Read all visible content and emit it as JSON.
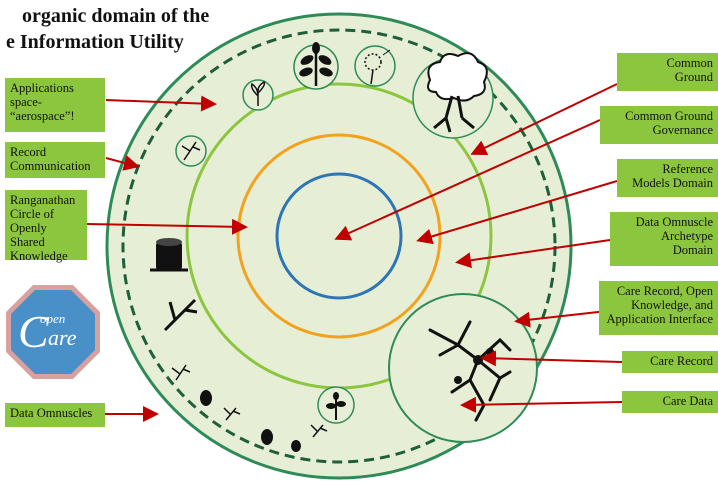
{
  "title": {
    "line1": "organic domain of the",
    "line2": "e Information Utility"
  },
  "labels_left": [
    {
      "id": "applications",
      "lines": [
        "Applications",
        "space-",
        "“aerospace”!"
      ]
    },
    {
      "id": "record-communication",
      "lines": [
        "Record",
        "Communication"
      ]
    },
    {
      "id": "ranganathan",
      "lines": [
        "Ranganathan",
        "Circle of",
        "Openly Shared",
        "Knowledge"
      ]
    },
    {
      "id": "data-omnuscles",
      "lines": [
        "Data Omnuscles"
      ]
    }
  ],
  "labels_right": [
    {
      "id": "common-ground",
      "lines": [
        "Common",
        "Ground"
      ]
    },
    {
      "id": "common-ground-governance",
      "lines": [
        "Common Ground",
        "Governance"
      ]
    },
    {
      "id": "reference-models",
      "lines": [
        "Reference",
        "Models Domain"
      ]
    },
    {
      "id": "data-omnuscle-archetype",
      "lines": [
        "Data Omnuscle",
        "Archetype",
        "Domain"
      ]
    },
    {
      "id": "care-record-interface",
      "lines": [
        "Care Record, Open",
        "Knowledge, and",
        "Application Interface"
      ]
    },
    {
      "id": "care-record",
      "lines": [
        "Care Record"
      ]
    },
    {
      "id": "care-data",
      "lines": [
        "Care Data"
      ]
    }
  ],
  "logo": {
    "word1": "open",
    "word2": "are",
    "initial": "C"
  },
  "colors": {
    "label_bg": "#8cc63f",
    "disc_fill": "#e6efd6",
    "outer_ring": "#2e8b57",
    "dashed_ring": "#1e5e3a",
    "green_ring": "#8cc63f",
    "orange_ring": "#f2a21e",
    "blue_ring": "#2e75b6",
    "arrow": "#c00000",
    "logo_blue": "#4a90c8",
    "logo_border": "#d9a0a0"
  },
  "icons": [
    "seedling-icon",
    "plant-icon",
    "dandelion-icon",
    "tree-icon",
    "sprout-icon",
    "stump-icon",
    "bamboo-icon",
    "acorn-icon",
    "branch-icon",
    "root-network-icon"
  ]
}
